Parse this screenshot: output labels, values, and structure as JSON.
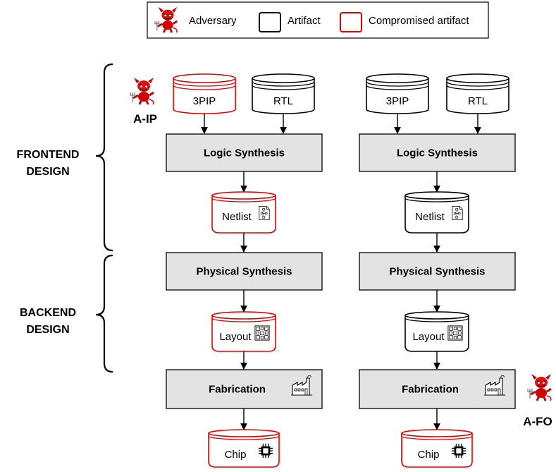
{
  "legend": {
    "adversary": "Adversary",
    "artifact": "Artifact",
    "compromised": "Compromised artifact"
  },
  "stages": {
    "frontend_line1": "FRONTEND",
    "frontend_line2": "DESIGN",
    "backend_line1": "BACKEND",
    "backend_line2": "DESIGN"
  },
  "adversaries": {
    "left": "A-IP",
    "right": "A-FO"
  },
  "flows": [
    {
      "ip": "3PIP",
      "rtl": "RTL",
      "logic": "Logic Synthesis",
      "netlist": "Netlist",
      "physical": "Physical Synthesis",
      "layout": "Layout",
      "fab": "Fabrication",
      "chip": "Chip"
    },
    {
      "ip": "3PIP",
      "rtl": "RTL",
      "logic": "Logic Synthesis",
      "netlist": "Netlist",
      "physical": "Physical Synthesis",
      "layout": "Layout",
      "fab": "Fabrication",
      "chip": "Chip"
    }
  ],
  "colors": {
    "compromised": "#e00000",
    "normal": "#000000",
    "process_fill": "#e3e3e3"
  }
}
